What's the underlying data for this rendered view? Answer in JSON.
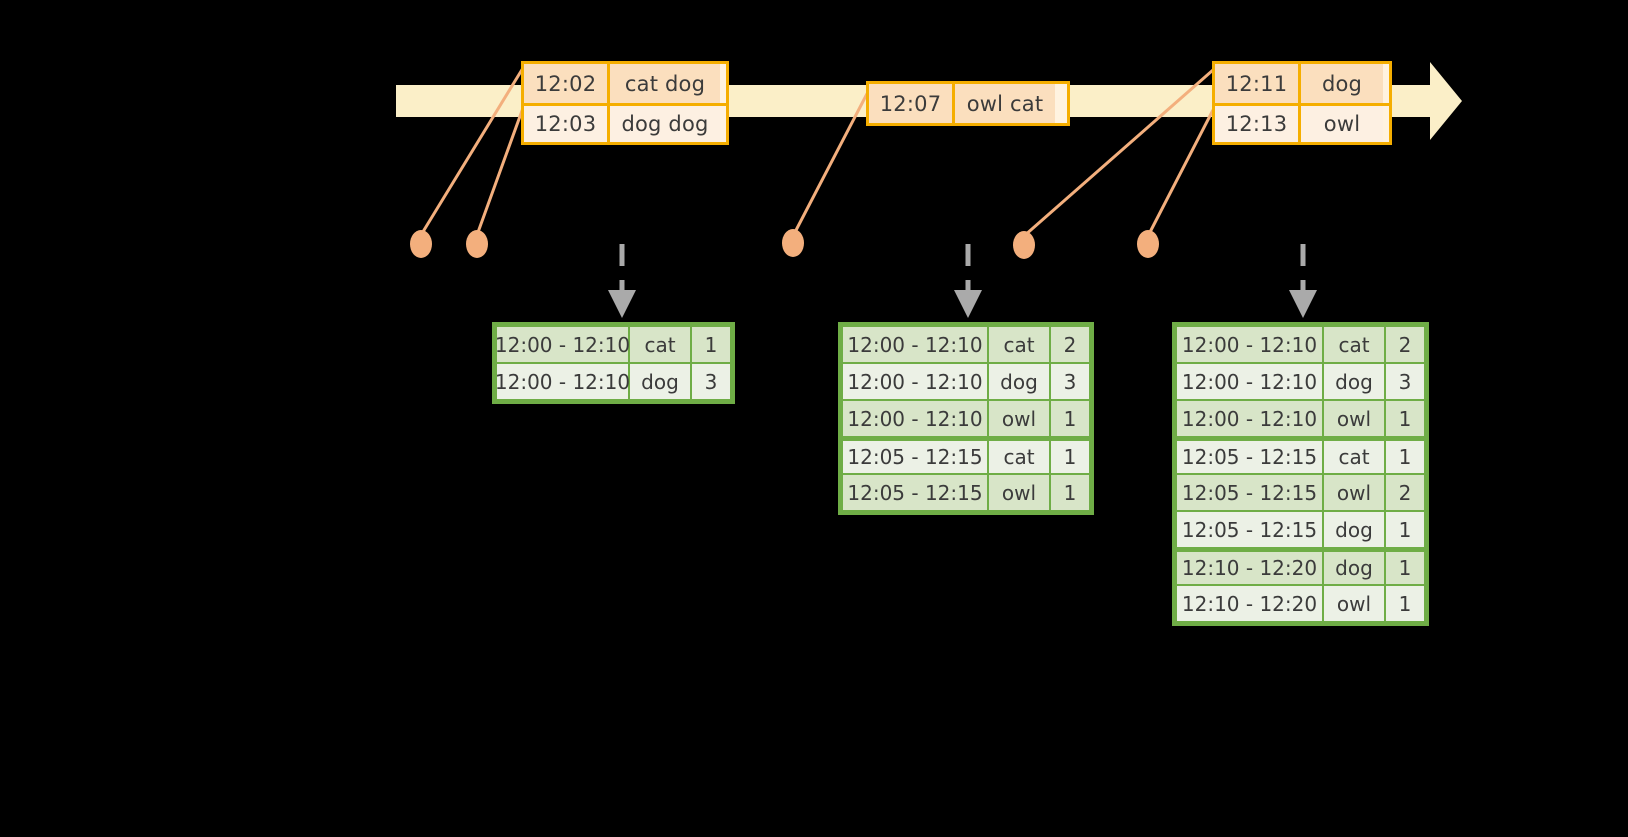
{
  "timeline": {
    "bar_color": "#FBEFC8",
    "accent_color": "#F5AE00",
    "dot_color": "#F3AF7D",
    "arrow_color": "#AAAAAA",
    "table_border_color": "#6FAD46",
    "event_groups": [
      {
        "name": "events-12-02-12-03",
        "rows": [
          {
            "time": "12:02",
            "payload": "cat dog"
          },
          {
            "time": "12:03",
            "payload": "dog dog"
          }
        ]
      },
      {
        "name": "events-12-07",
        "rows": [
          {
            "time": "12:07",
            "payload": "owl cat"
          }
        ]
      },
      {
        "name": "events-12-11-12-13",
        "rows": [
          {
            "time": "12:11",
            "payload": "dog"
          },
          {
            "time": "12:13",
            "payload": "owl"
          }
        ]
      }
    ]
  },
  "results": {
    "left": {
      "name": "result-table-1",
      "rows": [
        {
          "window": "12:00 - 12:10",
          "key": "cat",
          "count": "1"
        },
        {
          "window": "12:00 - 12:10",
          "key": "dog",
          "count": "3"
        }
      ]
    },
    "middle": {
      "name": "result-table-2",
      "rows": [
        {
          "window": "12:00 - 12:10",
          "key": "cat",
          "count": "2"
        },
        {
          "window": "12:00 - 12:10",
          "key": "dog",
          "count": "3"
        },
        {
          "window": "12:00 - 12:10",
          "key": "owl",
          "count": "1"
        },
        {
          "window": "12:05 - 12:15",
          "key": "cat",
          "count": "1"
        },
        {
          "window": "12:05 - 12:15",
          "key": "owl",
          "count": "1"
        }
      ]
    },
    "right": {
      "name": "result-table-3",
      "rows": [
        {
          "window": "12:00 - 12:10",
          "key": "cat",
          "count": "2"
        },
        {
          "window": "12:00 - 12:10",
          "key": "dog",
          "count": "3"
        },
        {
          "window": "12:00 - 12:10",
          "key": "owl",
          "count": "1"
        },
        {
          "window": "12:05 - 12:15",
          "key": "cat",
          "count": "1"
        },
        {
          "window": "12:05 - 12:15",
          "key": "owl",
          "count": "2"
        },
        {
          "window": "12:05 - 12:15",
          "key": "dog",
          "count": "1"
        },
        {
          "window": "12:10 - 12:20",
          "key": "dog",
          "count": "1"
        },
        {
          "window": "12:10 - 12:20",
          "key": "owl",
          "count": "1"
        }
      ]
    }
  }
}
